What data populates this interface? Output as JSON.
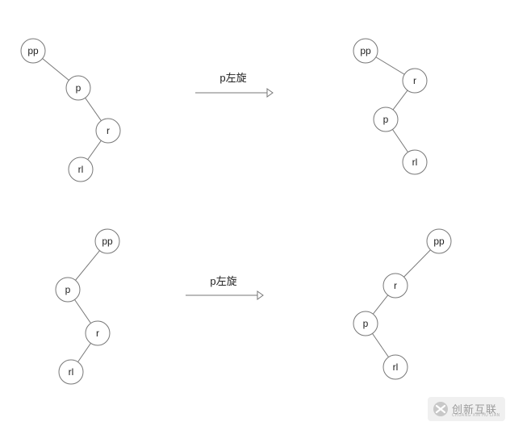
{
  "diagrams": [
    {
      "arrow_label": "p左旋",
      "before": {
        "pp": "pp",
        "p": "p",
        "r": "r",
        "rl": "rl"
      },
      "after": {
        "pp": "pp",
        "r": "r",
        "p": "p",
        "rl": "rl"
      }
    },
    {
      "arrow_label": "p左旋",
      "before": {
        "pp": "pp",
        "p": "p",
        "r": "r",
        "rl": "rl"
      },
      "after": {
        "pp": "pp",
        "r": "r",
        "p": "p",
        "rl": "rl"
      }
    }
  ],
  "watermark": {
    "text": "创新互联",
    "subtext": "CHUANG XIN HU LIAN",
    "logo_icon": "x-logo-icon"
  }
}
